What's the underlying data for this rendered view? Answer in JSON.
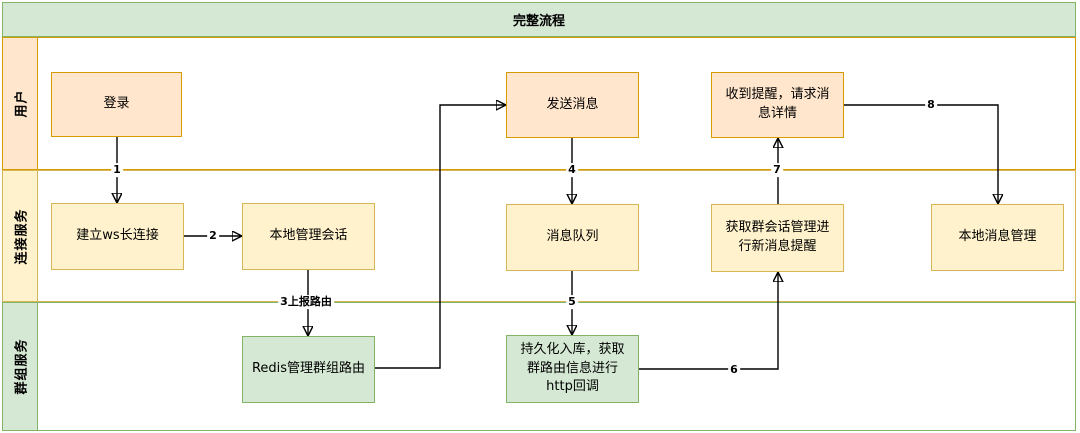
{
  "diagram": {
    "title": "完整流程",
    "lanes": [
      {
        "label": "用户"
      },
      {
        "label": "连接服务"
      },
      {
        "label": "群组服务"
      }
    ],
    "nodes": [
      {
        "label": "登录"
      },
      {
        "label": "建立ws长连接"
      },
      {
        "label": "本地管理会话"
      },
      {
        "label": "Redis管理群组路由"
      },
      {
        "label": "发送消息"
      },
      {
        "label": "消息队列"
      },
      {
        "label": "持久化入库，获取群路由信息进行http回调"
      },
      {
        "label": "收到提醒，请求消息详情"
      },
      {
        "label": "获取群会话管理进行新消息提醒"
      },
      {
        "label": "本地消息管理"
      }
    ],
    "edge_labels": [
      "1",
      "2",
      "3上报路由",
      "4",
      "5",
      "6",
      "7",
      "8"
    ],
    "colors": {
      "green_fill": "#d5e8d4",
      "green_border": "#82b366",
      "orange_fill": "#ffe6cc",
      "orange_border": "#d79b00",
      "yellow_fill": "#fff2cc",
      "yellow_border": "#d6b656",
      "edge_stroke": "#000000"
    }
  }
}
